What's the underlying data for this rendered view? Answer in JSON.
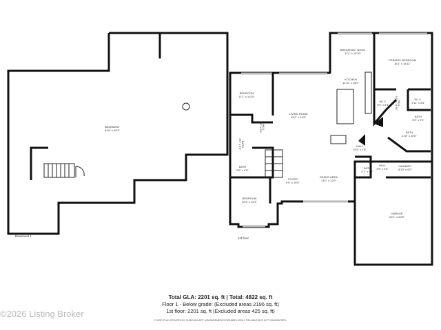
{
  "basement": {
    "floor_label": "Basement 1",
    "rooms": [
      {
        "name": "BASEMENT",
        "size": "54'6\" x 45'2\""
      }
    ]
  },
  "first_floor": {
    "floor_label": "1st floor",
    "rooms": [
      {
        "name": "BEDROOM",
        "size": "11'2\" x 10'10\""
      },
      {
        "name": "LIVING ROOM",
        "size": "15'2\" x 24'5\""
      },
      {
        "name": "BREAKFAST NOOK",
        "size": "11'4\" x 10'10\""
      },
      {
        "name": "KITCHEN",
        "size": "11'10\" x 18'9\""
      },
      {
        "name": "PRIMARY BEDROOM",
        "size": "15'1\" x 14'11\""
      },
      {
        "name": "W.I.C.",
        "size": "5'9\" x 8'4\""
      },
      {
        "name": "W.I.C.",
        "size": "9'11\" x 5'5\""
      },
      {
        "name": "BATH",
        "size": "5'9\" x 2'9\""
      },
      {
        "name": "BATH",
        "size": "11'8\" x 10'6\""
      },
      {
        "name": "HALL",
        "size": "15'4\" x 7'6\""
      },
      {
        "name": "FOYER",
        "size": "9'9\" x 10'0\""
      },
      {
        "name": "DINING AREA",
        "size": "13'0\" x 12'6\""
      },
      {
        "name": "BATH",
        "size": "4'7\" x 5'5\""
      },
      {
        "name": "HALL",
        "size": "3'9\" x 4'5\""
      },
      {
        "name": "LAUNDRY",
        "size": "8'10\" x 6'0\""
      },
      {
        "name": "BATH",
        "size": "5'5\" x 4'5\""
      },
      {
        "name": "BEDROOM",
        "size": "10'3\" x 12'4\""
      },
      {
        "name": "GARAGE",
        "size": "20'1\" x 20'8\""
      }
    ],
    "vertical_rooms": [
      {
        "name": "HALL",
        "size": "3'3\" x 11'10\""
      },
      {
        "name": "HALL",
        "size": "9'4\" x 9'9\""
      },
      {
        "name": "BATH",
        "size": "5'0\" x 9'3\""
      }
    ]
  },
  "footer": {
    "totals": "Total GLA: 2201 sq. ft | Total: 4822 sq. ft",
    "floor1": "Floor 1 - Below grade: (Excluded areas 2196 sq. ft)",
    "floor2": "1st floor: 2201 sq. ft (Excluded areas 425 sq. ft)",
    "disclaimer": "FLOOR PLAN CREATED BY CUBICASA APP. MEASUREMENTS DEEMED HIGHLY RELIABLE BUT NOT GUARANTEED."
  },
  "watermark": "©2026 Listing Broker"
}
